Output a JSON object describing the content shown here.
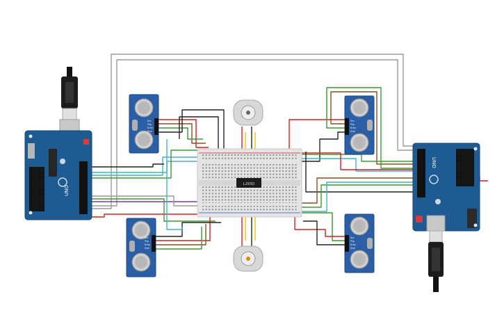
{
  "components": {
    "arduino_left": {
      "board_label": "UNO"
    },
    "arduino_right": {
      "board_label": "UNO"
    },
    "ic": {
      "label": "L293D"
    },
    "sensors": [
      {
        "pins": [
          "Vcc",
          "Trig",
          "Echo",
          "Gnd"
        ]
      },
      {
        "pins": [
          "Vcc",
          "Trig",
          "Echo",
          "Gnd"
        ]
      },
      {
        "pins": [
          "Vcc",
          "Trig",
          "Echo",
          "Gnd"
        ]
      },
      {
        "pins": [
          "Vcc",
          "Trig",
          "Echo",
          "Gnd"
        ]
      }
    ]
  },
  "colors": {
    "arduino_blue": "#1e5b93",
    "sensor_blue": "#2a5fa8",
    "breadboard": "#e4e4e4",
    "wire_red": "#d42020",
    "wire_black": "#222222",
    "wire_green": "#3a9a30",
    "wire_brown": "#8a4e1e",
    "wire_cyan": "#3fb3c6",
    "wire_purple": "#7b3aa8",
    "wire_gray": "#9a9a9a",
    "wire_yellow": "#e8c400",
    "wire_orange": "#e07a10"
  }
}
